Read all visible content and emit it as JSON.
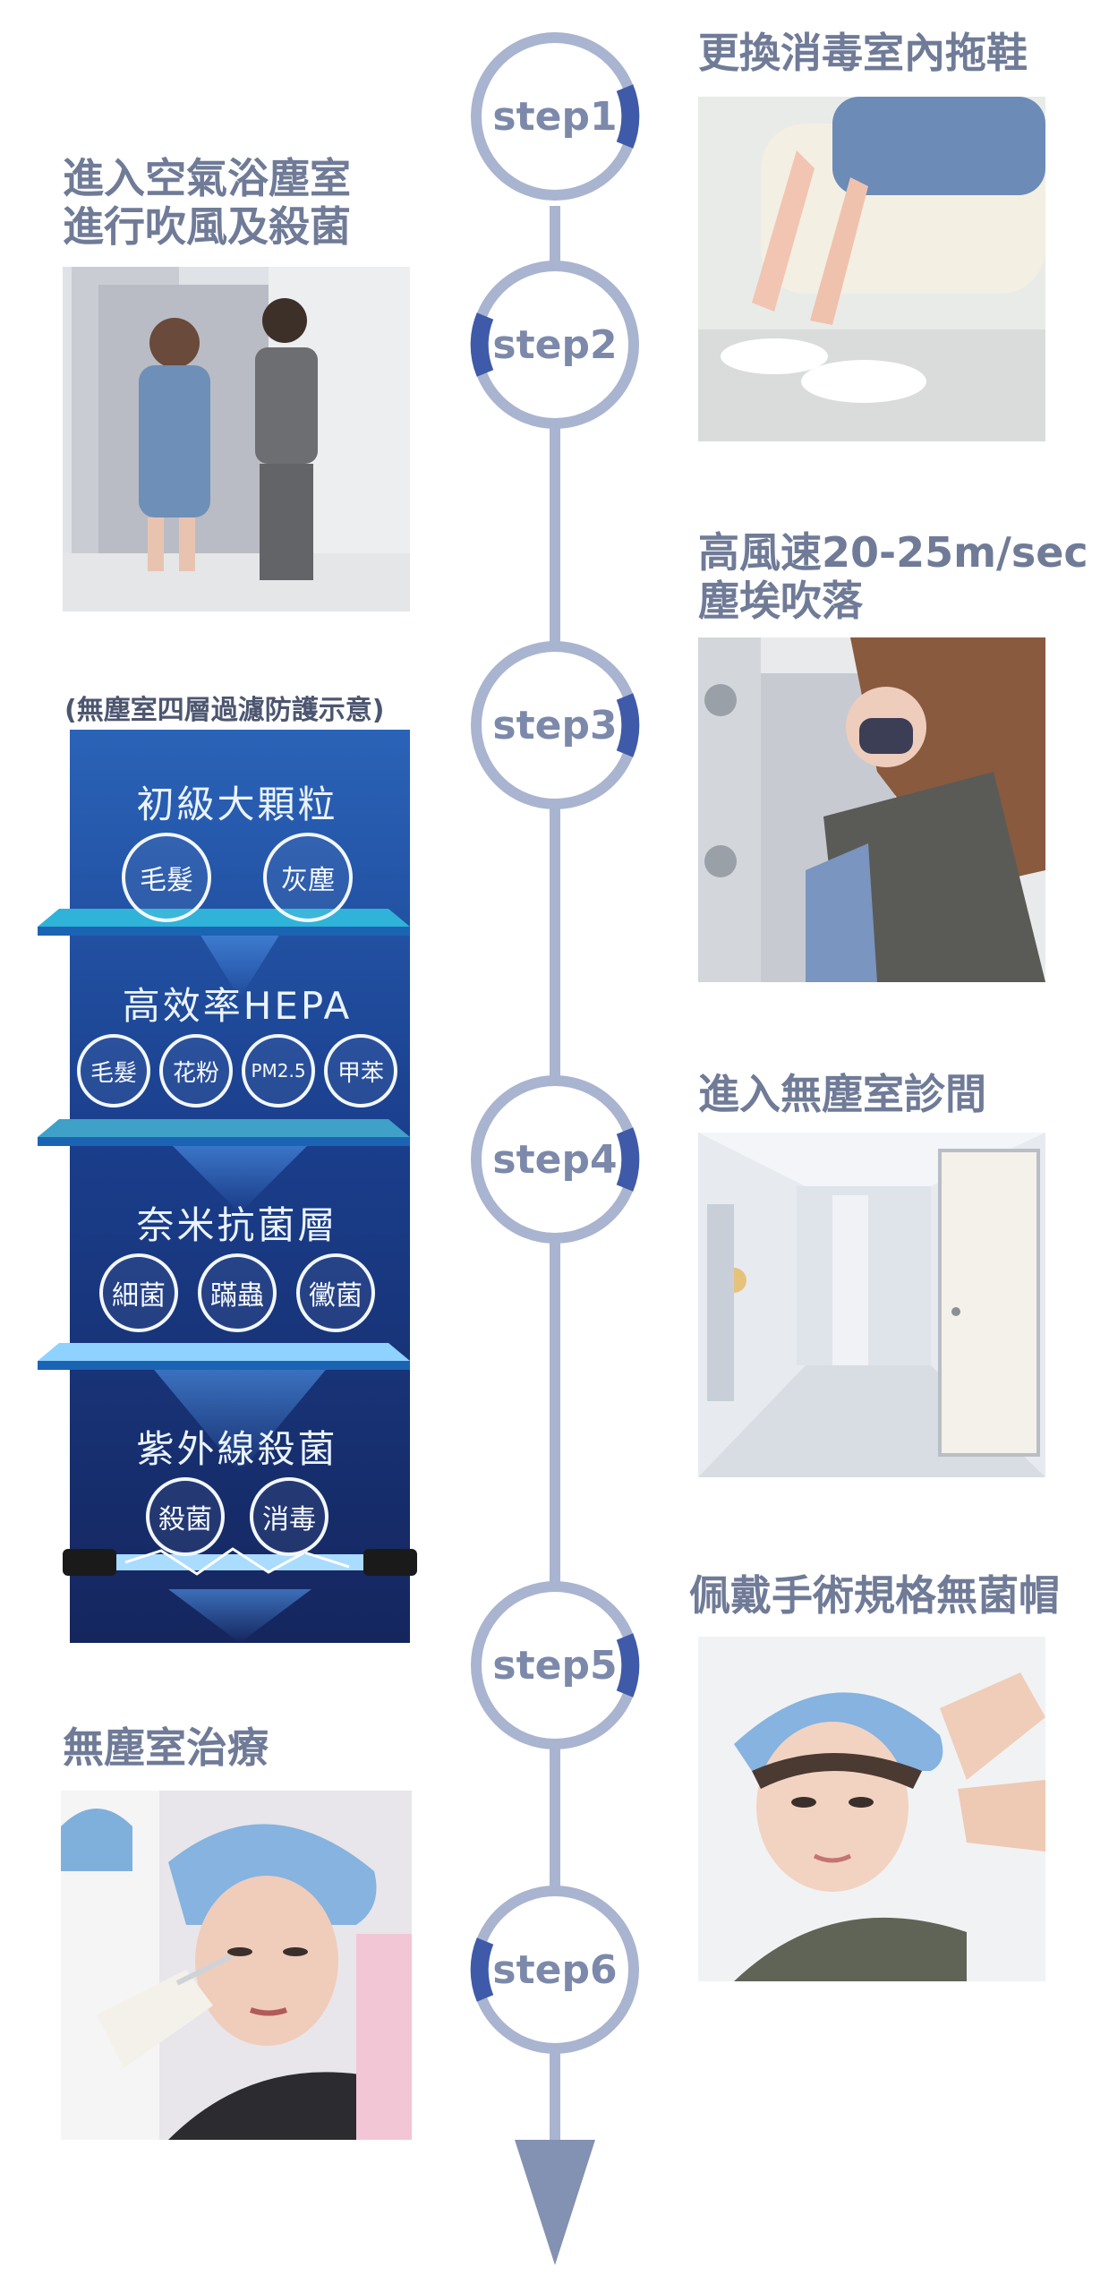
{
  "steps": [
    {
      "label": "step1"
    },
    {
      "label": "step2"
    },
    {
      "label": "step3"
    },
    {
      "label": "step4"
    },
    {
      "label": "step5"
    },
    {
      "label": "step6"
    }
  ],
  "headings": {
    "s1": "更換消毒室內拖鞋",
    "s2": "進入空氣浴塵室\n進行吹風及殺菌",
    "s3": "高風速20-25m/sec\n塵埃吹落",
    "s4": "進入無塵室診間",
    "s5": "佩戴手術規格無菌帽",
    "s6": "無塵室治療"
  },
  "filter": {
    "caption": "(無塵室四層過濾防護示意)",
    "layers": [
      {
        "title": "初級大顆粒",
        "items": [
          "毛髮",
          "灰塵"
        ]
      },
      {
        "title": "高效率HEPA",
        "items": [
          "毛髮",
          "花粉",
          "PM2.5",
          "甲苯"
        ]
      },
      {
        "title": "奈米抗菌層",
        "items": [
          "細菌",
          "蹣蟲",
          "黴菌"
        ]
      },
      {
        "title": "紫外線殺菌",
        "items": [
          "殺菌",
          "消毒"
        ]
      }
    ]
  },
  "colors": {
    "timeline": "#a9b4d0",
    "accent": "#3f5aa8",
    "heading": "#6f7b97",
    "filter_bg": "#1f4a9a",
    "filter_dark": "#172a66"
  }
}
